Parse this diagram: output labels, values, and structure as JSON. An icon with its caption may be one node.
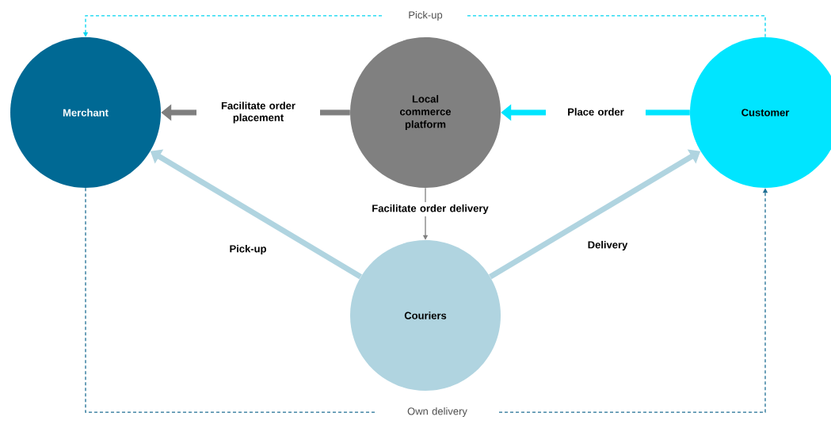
{
  "diagram": {
    "nodes": [
      {
        "text": [
          "Merchant"
        ]
      },
      {
        "text": [
          "Local commerce platform"
        ]
      },
      {
        "text": [
          "Customer"
        ]
      },
      {
        "text": [
          "Couriers"
        ]
      }
    ],
    "edges": [
      {
        "from": 1,
        "to": 0,
        "arrow": "to",
        "label": "Facilitate order placement",
        "color": "#7f7f7f"
      },
      {
        "from": 2,
        "to": 1,
        "arrow": "to",
        "label": "Place order",
        "color": "#00e5ff"
      },
      {
        "from": 1,
        "to": 3,
        "arrow": "to",
        "label": "Facilitate order delivery",
        "color": "#7f7f7f"
      },
      {
        "from": 3,
        "to": 0,
        "arrow": "to",
        "label": "Pick-up",
        "color": "#b0d4e0"
      },
      {
        "from": 3,
        "to": 2,
        "arrow": "to",
        "label": "Delivery",
        "color": "#b0d4e0"
      },
      {
        "from": 2,
        "to": 0,
        "arrow": "to",
        "label": "Pick-up",
        "style": "dashed",
        "color": "#00d5f0"
      },
      {
        "from": 0,
        "to": 2,
        "arrow": "to",
        "label": "Own delivery",
        "style": "dashed",
        "color": "#1f6f94"
      }
    ]
  }
}
